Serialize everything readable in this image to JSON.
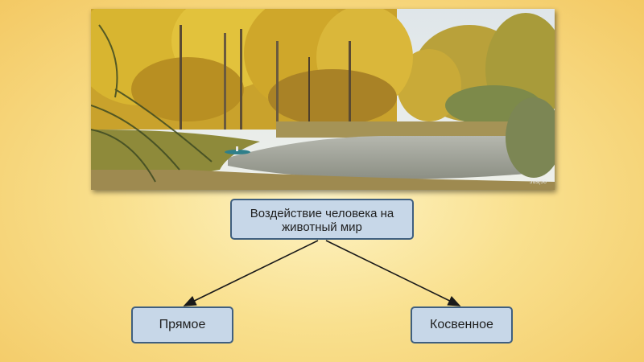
{
  "photo": {
    "description_icon": "autumn-lake-landscape-image",
    "watermark": "Jus(50"
  },
  "diagram": {
    "root": "Воздействие человека на животный мир",
    "children": [
      "Прямое",
      "Косвенное"
    ]
  },
  "colors": {
    "box_fill": "#c7d7e8",
    "box_border": "#3f5f80",
    "arrow": "#1a1a1a",
    "background": "#f9e08e"
  }
}
